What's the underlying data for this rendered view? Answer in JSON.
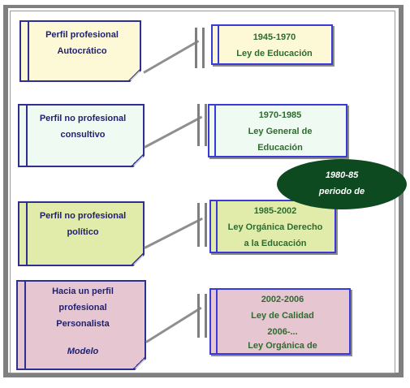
{
  "perfiles": [
    {
      "lines": [
        "Perfil  profesional",
        "Autocrático"
      ],
      "color": "#fdf9d6"
    },
    {
      "lines": [
        "Perfil  no profesional",
        "consultivo"
      ],
      "color": "#eefaf2"
    },
    {
      "lines": [
        "Perfil  no profesional",
        "político"
      ],
      "color": "#e1ecab"
    },
    {
      "lines": [
        "Hacia un perfil",
        "profesional",
        "Personalista",
        "",
        "Modelo"
      ],
      "color": "#e6c7d1"
    }
  ],
  "leyes": [
    {
      "lines": [
        "1945-1970",
        "Ley de Educación"
      ],
      "color": "#fdf9d6"
    },
    {
      "lines": [
        "1970-1985",
        "Ley General de",
        "Educación"
      ],
      "color": "#eefaf2"
    },
    {
      "lines": [
        "1985-2002",
        "Ley Orgánica Derecho",
        "a la Educación"
      ],
      "color": "#e1ecab"
    },
    {
      "lines": [
        "2002-2006",
        "Ley de Calidad",
        "2006-...",
        "Ley Orgánica de"
      ],
      "color": "#e6c7d1"
    }
  ],
  "callout": {
    "lines": [
      "1980-85",
      "periodo de"
    ],
    "color": "#0d4a1f"
  }
}
